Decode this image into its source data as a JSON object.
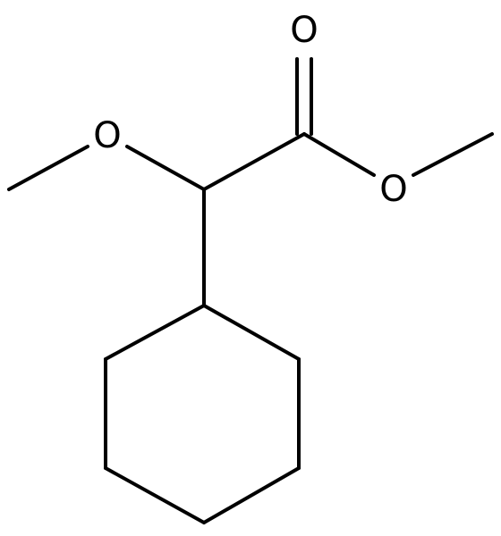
{
  "molecule": {
    "atoms": {
      "carbonyl_oxygen": "O",
      "ester_oxygen": "O",
      "methoxy_oxygen": "O"
    },
    "colors": {
      "bond": "#000000",
      "label": "#000000",
      "background": "#ffffff"
    }
  }
}
